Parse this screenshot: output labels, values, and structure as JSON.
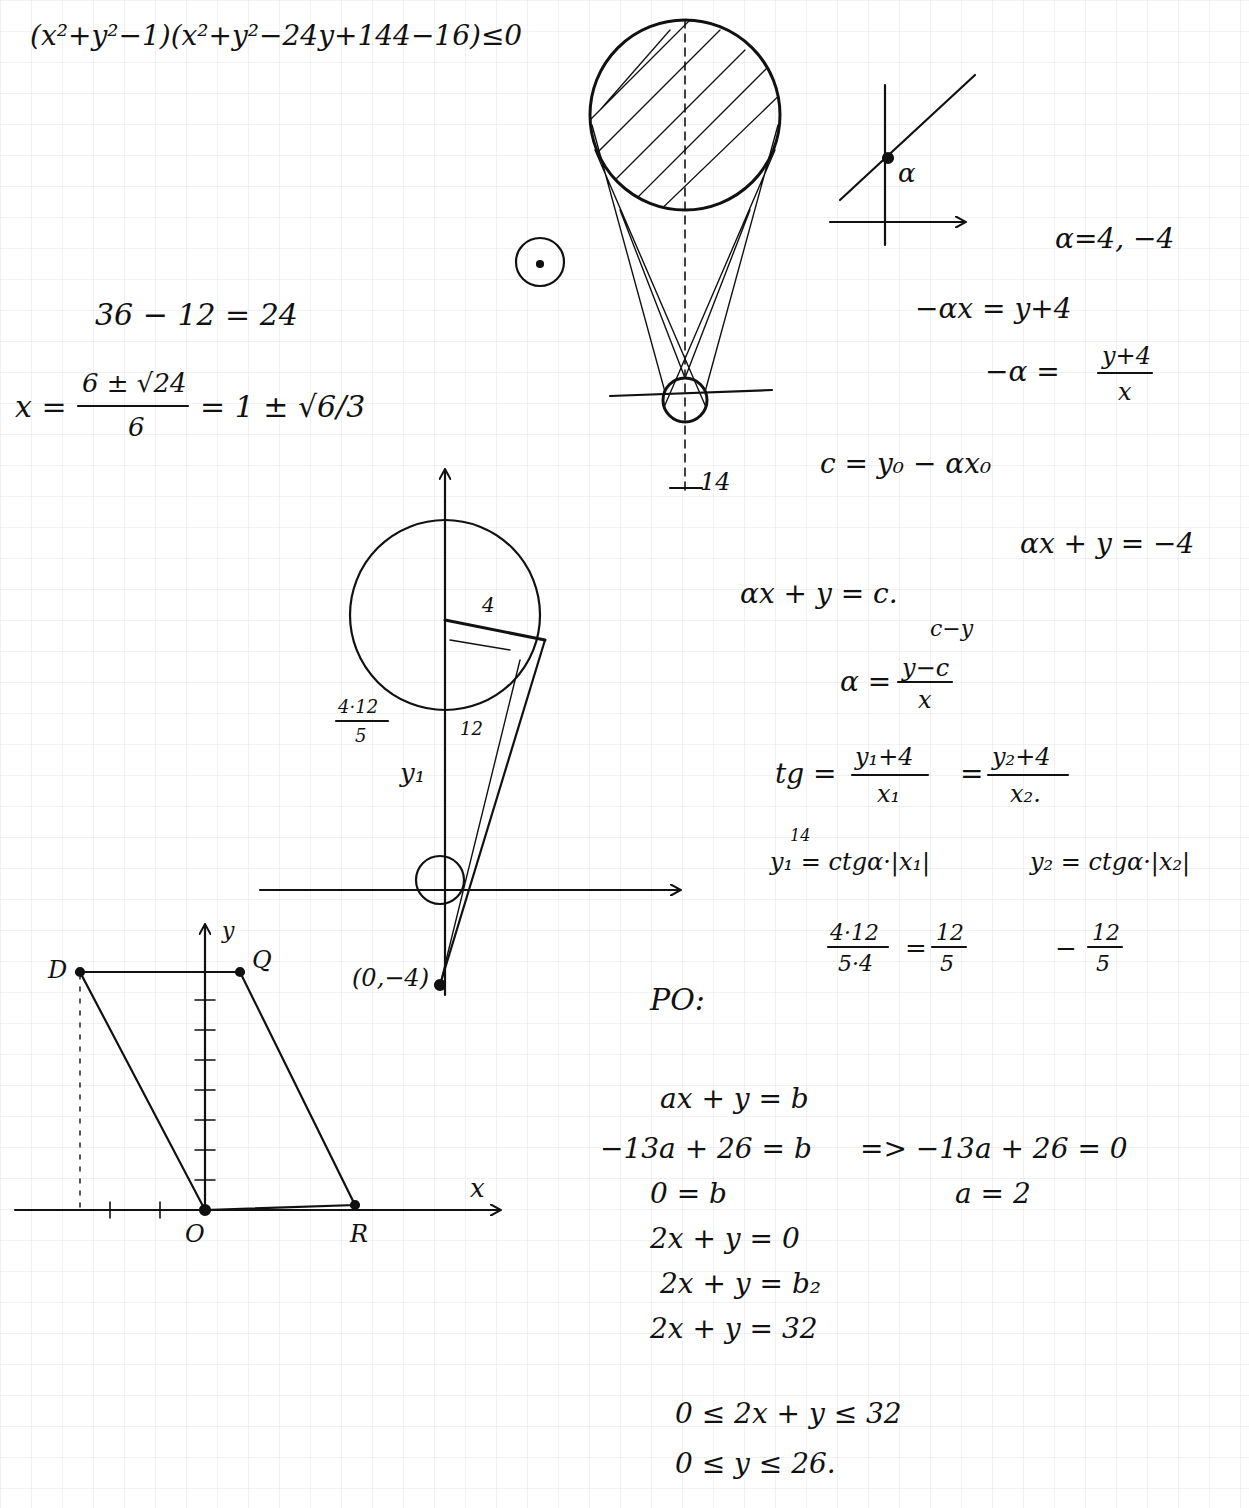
{
  "diagram": {
    "labels": [
      "(x²+y²−1)(x²+y²−24y+144−16)≤0",
      "36 − 12 = 24",
      "x =",
      "6 ± √24",
      "6",
      "= 1 ± √6/3",
      "α",
      "α=4, −4",
      "−αx = y+4",
      "−α =",
      "y+4",
      "x",
      "c = y₀ − αx₀",
      "αx + y = −4",
      "αx + y = c.",
      "c−y",
      "α =",
      "y−c",
      "x",
      "tg =",
      "y₁+4",
      "x₁",
      "=",
      "y₂+4",
      "x₂.",
      "14",
      "y₁ = ctgα·|x₁|",
      "y₂ = ctgα·|x₂|",
      "4·12",
      "5·4",
      "=",
      "12",
      "5",
      "−",
      "12",
      "5",
      "PO:",
      "ax + y = b",
      "−13a + 26 = b",
      "=> −13a + 26 = 0",
      "0 = b",
      "a = 2",
      "2x + y = 0",
      "2x + y = b₂",
      "2x + y = 32",
      "0 ≤ 2x + y ≤ 32",
      "0 ≤ y ≤ 26.",
      "4",
      "4·12",
      "5",
      "y₁",
      "12",
      "(0,−4)",
      "14",
      "D",
      "Q",
      "y",
      "x",
      "O",
      "R"
    ]
  }
}
